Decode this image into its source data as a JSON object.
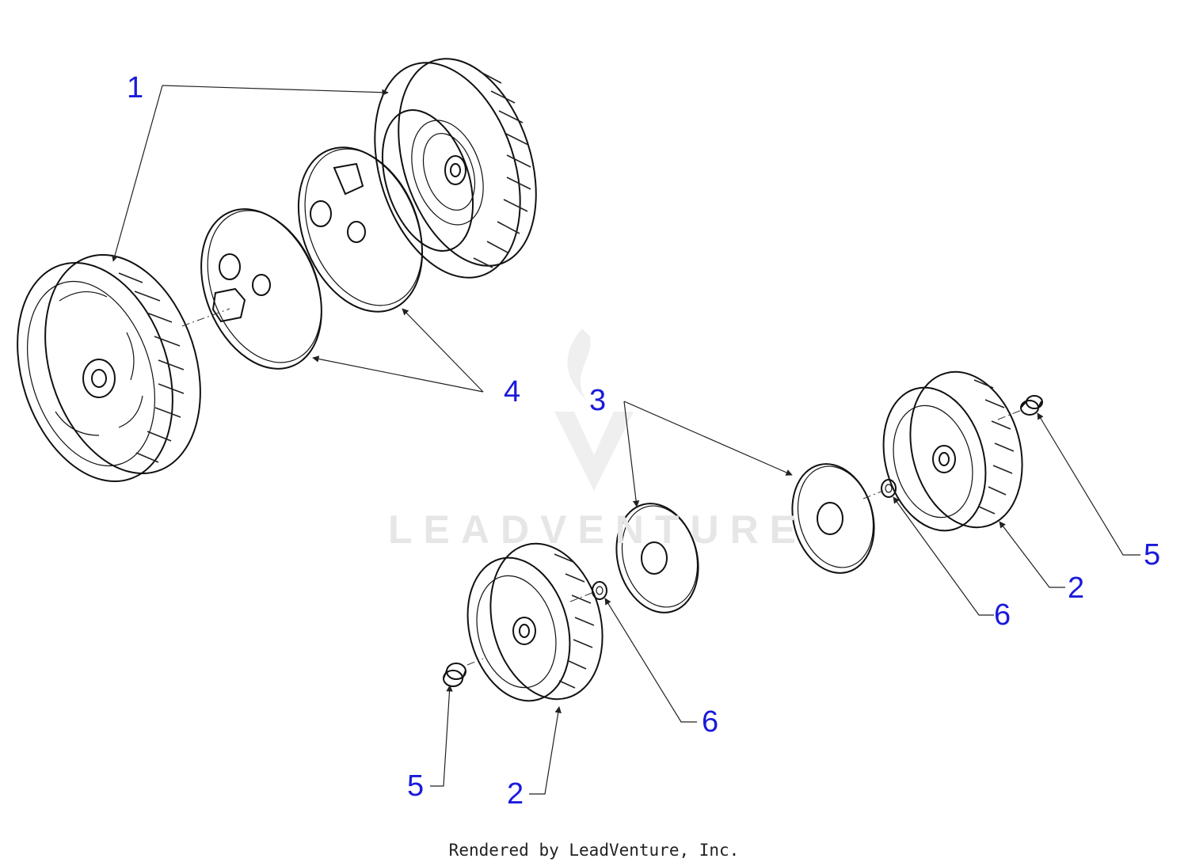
{
  "callouts": [
    {
      "id": "c1",
      "label": "1"
    },
    {
      "id": "c4",
      "label": "4"
    },
    {
      "id": "c3",
      "label": "3"
    },
    {
      "id": "c5a",
      "label": "5"
    },
    {
      "id": "c2a",
      "label": "2"
    },
    {
      "id": "c6a",
      "label": "6"
    },
    {
      "id": "c6b",
      "label": "6"
    },
    {
      "id": "c5b",
      "label": "5"
    },
    {
      "id": "c2b",
      "label": "2"
    }
  ],
  "watermark": "LEADVENTURE",
  "footer": "Rendered by LeadVenture, Inc.",
  "colors": {
    "callout": "#1a1adb",
    "line": "#111111",
    "watermark": "#e6e6e6"
  }
}
